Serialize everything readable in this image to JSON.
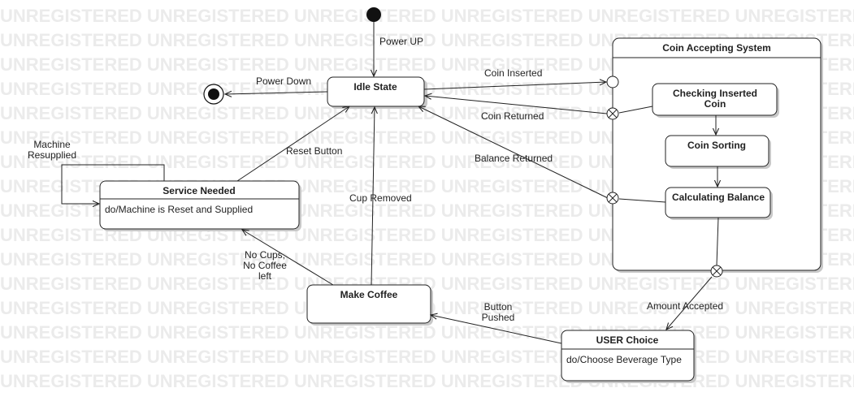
{
  "watermark": {
    "text": "UNREGISTERED"
  },
  "states": {
    "idle": {
      "title": "Idle State"
    },
    "service": {
      "title": "Service Needed",
      "activity": "do/Machine is Reset and Supplied"
    },
    "make_coffee": {
      "title": "Make Coffee"
    },
    "user_choice": {
      "title": "USER Choice",
      "activity": "do/Choose Beverage Type"
    },
    "coin_system": {
      "title": "Coin Accepting System"
    },
    "checking": {
      "title_line1": "Checking Inserted",
      "title_line2": "Coin"
    },
    "sorting": {
      "title": "Coin Sorting"
    },
    "balance": {
      "title": "Calculating Balance"
    }
  },
  "transitions": {
    "power_up": "Power UP",
    "power_down": "Power Down",
    "coin_inserted": "Coin Inserted",
    "coin_returned": "Coin Returned",
    "balance_returned": "Balance Returned",
    "reset_button": "Reset Button",
    "machine_resupplied_1": "Machine",
    "machine_resupplied_2": "Resupplied",
    "cup_removed": "Cup Removed",
    "no_cups_1": "No Cups,",
    "no_cups_2": "No Coffee",
    "no_cups_3": "left",
    "button_pushed_1": "Button",
    "button_pushed_2": "Pushed",
    "amount_accepted": "Amount Accepted"
  }
}
